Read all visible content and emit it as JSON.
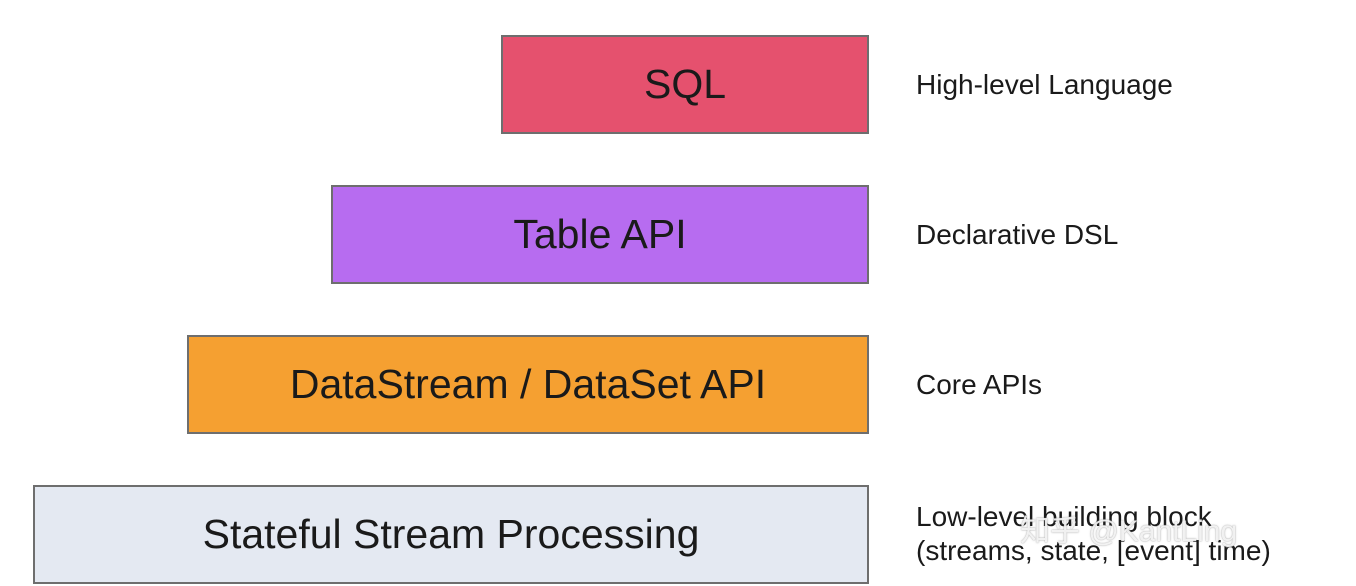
{
  "layers": [
    {
      "label": "SQL",
      "description": "High-level Language",
      "color": "#e5516e"
    },
    {
      "label": "Table API",
      "description": "Declarative DSL",
      "color": "#b76cf0"
    },
    {
      "label": "DataStream / DataSet API",
      "description": "Core APIs",
      "color": "#f5a031"
    },
    {
      "label": "Stateful Stream Processing",
      "description_line1": "Low-level building block",
      "description_line2": "(streams, state, [event] time)",
      "color": "#e4e9f2"
    }
  ],
  "watermark": "知乎 @KantLing"
}
